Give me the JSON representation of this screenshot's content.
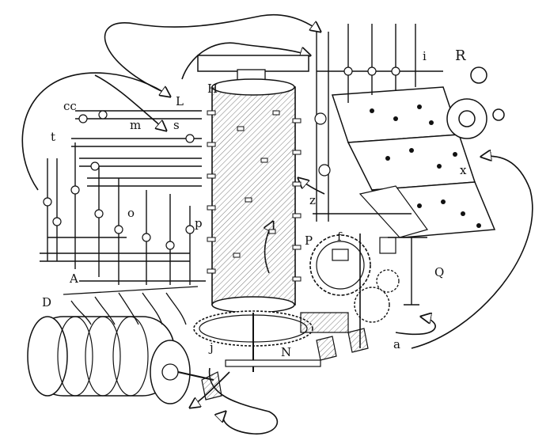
{
  "labels": {
    "i": "i",
    "R": "R",
    "cc": "cc",
    "L": "L",
    "H": "H",
    "m": "m",
    "s": "s",
    "t": "t",
    "x": "x",
    "z": "z",
    "o": "o",
    "p": "p",
    "P": "P",
    "f": "f",
    "A": "A",
    "Q": "Q",
    "D": "D",
    "j": "j",
    "N": "N",
    "a": "a"
  },
  "colors": {
    "ink": "#111111",
    "paper": "#ffffff",
    "hatch": "#555555"
  }
}
